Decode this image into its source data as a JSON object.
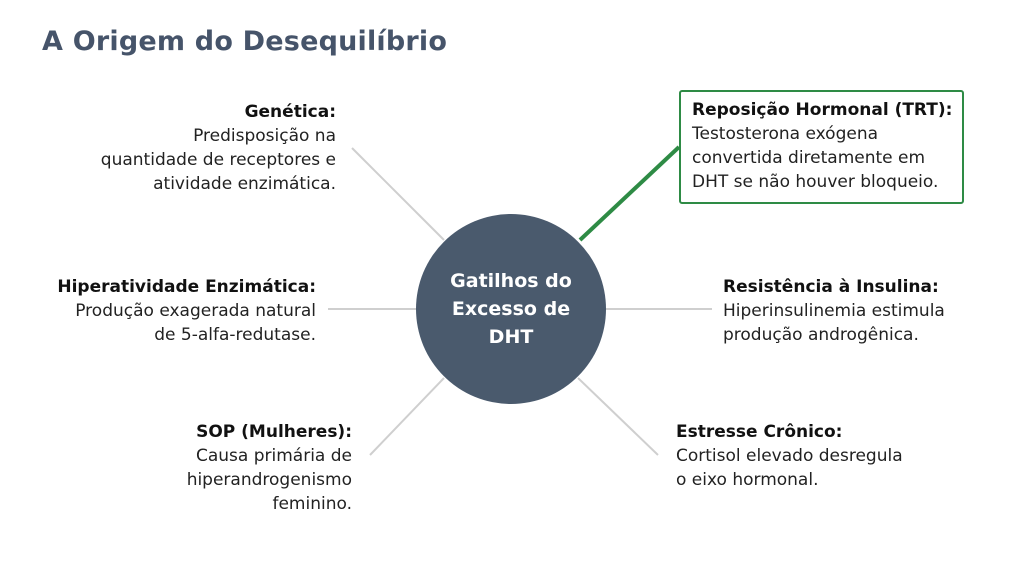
{
  "title": "A Origem do Desequilíbrio",
  "colors": {
    "title": "#46546a",
    "hub": "#4a5a6d",
    "connector": "#cfcfcf",
    "highlight": "#2e8b45"
  },
  "hub": {
    "label": "Gatilhos do Excesso de DHT"
  },
  "nodes": {
    "genetica": {
      "heading": "Genética:",
      "body": "Predisposição na\nquantidade de receptores e\natividade enzimática."
    },
    "hiperatividade": {
      "heading": "Hiperatividade Enzimática:",
      "body": "Produção exagerada natural\nde 5-alfa-redutase."
    },
    "sop": {
      "heading": "SOP (Mulheres):",
      "body": "Causa primária de\nhiperandrogenismo\nfeminino."
    },
    "trt": {
      "heading": "Reposição Hormonal (TRT):",
      "body": "Testosterona exógena\nconvertida diretamente em\nDHT se não houver bloqueio."
    },
    "insulina": {
      "heading": "Resistência à Insulina:",
      "body": "Hiperinsulinemia estimula\nprodução androgênica."
    },
    "estresse": {
      "heading": "Estresse Crônico:",
      "body": "Cortisol elevado desregula\no eixo hormonal."
    }
  }
}
